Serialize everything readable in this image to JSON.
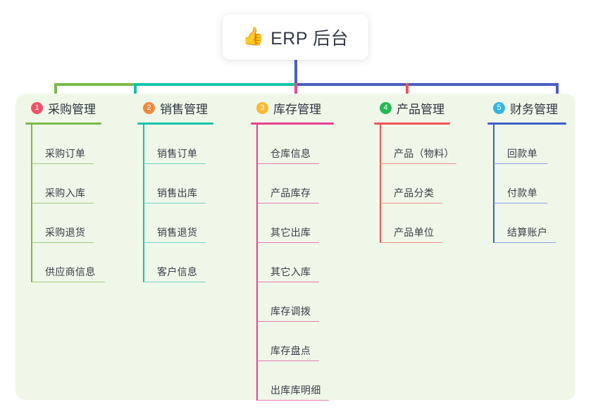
{
  "root": {
    "icon": "thumbs-up-icon",
    "emoji": "👍",
    "title": "ERP 后台"
  },
  "palette": {
    "panel_bg": "#eff7e9",
    "page_bg": "#ffffff",
    "root_text": "#333a45",
    "title_text": "#2f3640",
    "item_text": "#3a4048"
  },
  "columns": [
    {
      "index": "1",
      "title": "采购管理",
      "badge_color": "#f25168",
      "branch_color": "#7cba4a",
      "rule_color": "#7cba4a",
      "item_rule_color": "#9ecb7a",
      "connector_color": "#7cba4a",
      "items": [
        {
          "label": "采购订单",
          "rule_width": 88
        },
        {
          "label": "采购入库",
          "rule_width": 88
        },
        {
          "label": "采购退货",
          "rule_width": 88
        },
        {
          "label": "供应商信息",
          "rule_width": 104
        }
      ]
    },
    {
      "index": "2",
      "title": "销售管理",
      "badge_color": "#f18a3e",
      "branch_color": "#15c3ab",
      "rule_color": "#15c3ab",
      "item_rule_color": "#74d4c7",
      "connector_color": "#15c3ab",
      "items": [
        {
          "label": "销售订单",
          "rule_width": 88
        },
        {
          "label": "销售出库",
          "rule_width": 88
        },
        {
          "label": "销售退货",
          "rule_width": 88
        },
        {
          "label": "客户信息",
          "rule_width": 88
        }
      ]
    },
    {
      "index": "3",
      "title": "库存管理",
      "badge_color": "#fbb834",
      "branch_color": "#e8408f",
      "rule_color": "#e8408f",
      "item_rule_color": "#e87ab0",
      "connector_color": "#ec4899",
      "items": [
        {
          "label": "仓库信息",
          "rule_width": 88
        },
        {
          "label": "产品库存",
          "rule_width": 88
        },
        {
          "label": "其它出库",
          "rule_width": 88
        },
        {
          "label": "其它入库",
          "rule_width": 88
        },
        {
          "label": "库存调拨",
          "rule_width": 88
        },
        {
          "label": "库存盘点",
          "rule_width": 88
        },
        {
          "label": "出库库明细",
          "rule_width": 102
        }
      ]
    },
    {
      "index": "4",
      "title": "产品管理",
      "badge_color": "#22b955",
      "branch_color": "#f05555",
      "rule_color": "#f05555",
      "item_rule_color": "#f3908c",
      "connector_color": "#f05555",
      "items": [
        {
          "label": "产品（物料）",
          "rule_width": 108
        },
        {
          "label": "产品分类",
          "rule_width": 88
        },
        {
          "label": "产品单位",
          "rule_width": 88
        }
      ]
    },
    {
      "index": "5",
      "title": "财务管理",
      "badge_color": "#33b5e5",
      "branch_color": "#3d5fc4",
      "rule_color": "#3d5fc4",
      "item_rule_color": "#8ca4e0",
      "connector_color": "#4a5fc1",
      "items": [
        {
          "label": "回款单",
          "rule_width": 76
        },
        {
          "label": "付款单",
          "rule_width": 76
        },
        {
          "label": "结算账户",
          "rule_width": 88
        }
      ]
    }
  ],
  "connectors": {
    "trunk_color": "#4a5fc1",
    "bar_left_color": "#7cba4a",
    "bar_mid_color": "#15c3ab",
    "bar_right_color": "#4a5fc1"
  }
}
